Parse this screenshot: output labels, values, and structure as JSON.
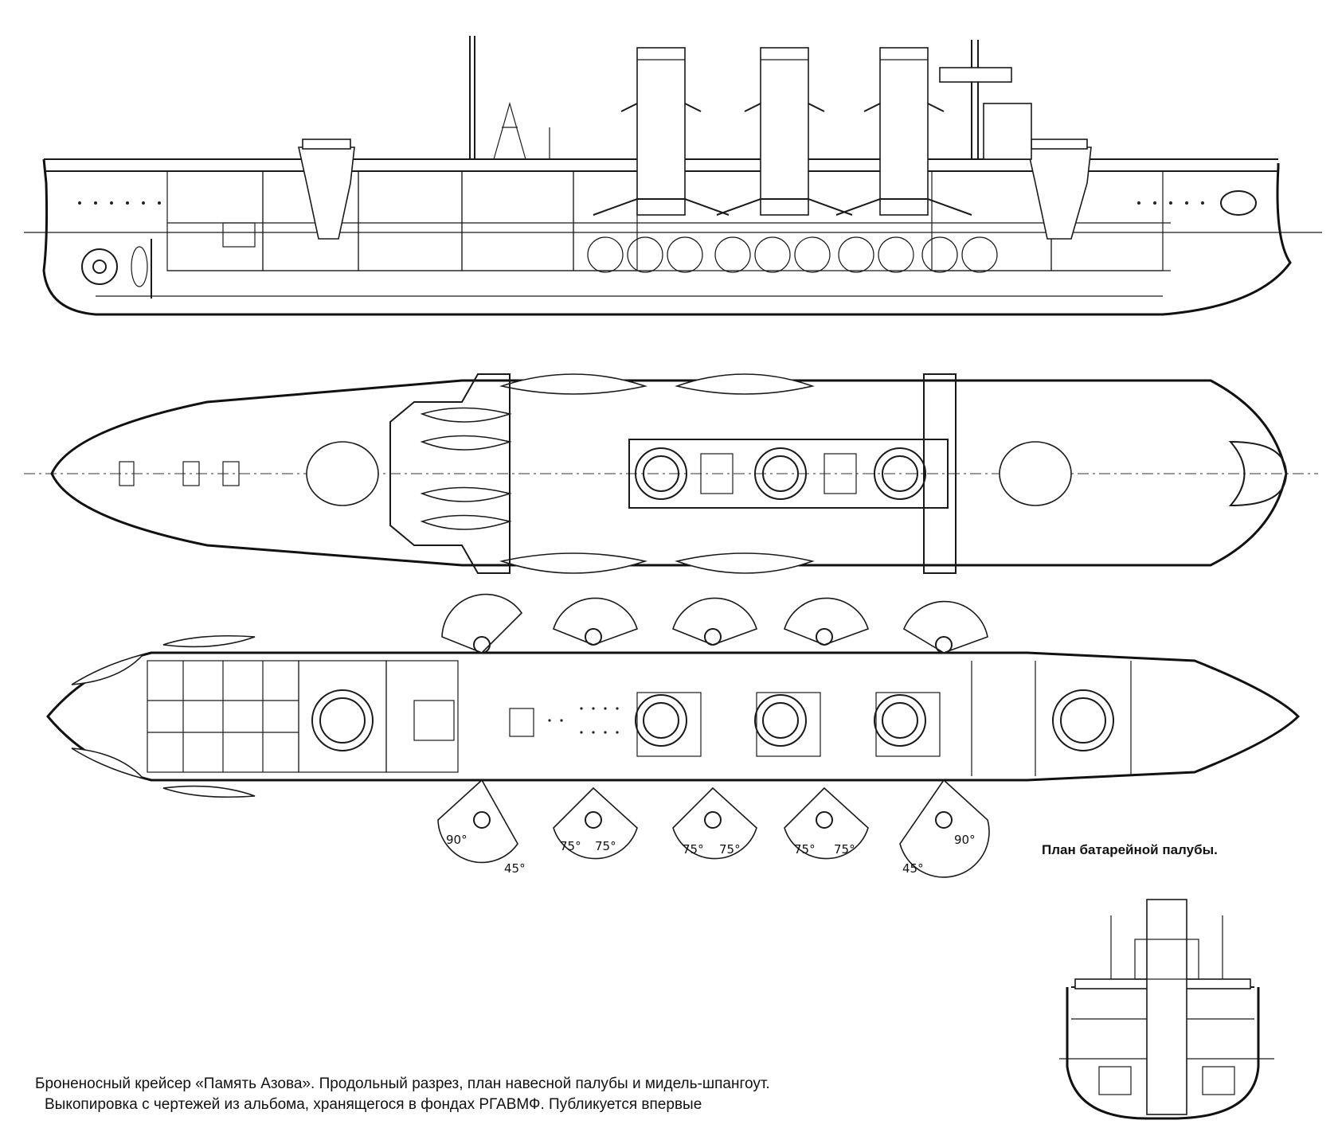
{
  "labels": {
    "battery_deck_plan": "План батарейной палубы.",
    "caption_line1": "Броненосный крейсер «Память Азова». Продольный разрез, план навесной палубы и мидель-шпангоут.",
    "caption_line2": "Выкопировка с чертежей из альбома, хранящегося в фондах РГАВМФ. Публикуется впервые"
  },
  "firing_arcs": {
    "sponson_arc": "90°",
    "sponson_sub": "45°",
    "casemate_arc": "75°"
  }
}
